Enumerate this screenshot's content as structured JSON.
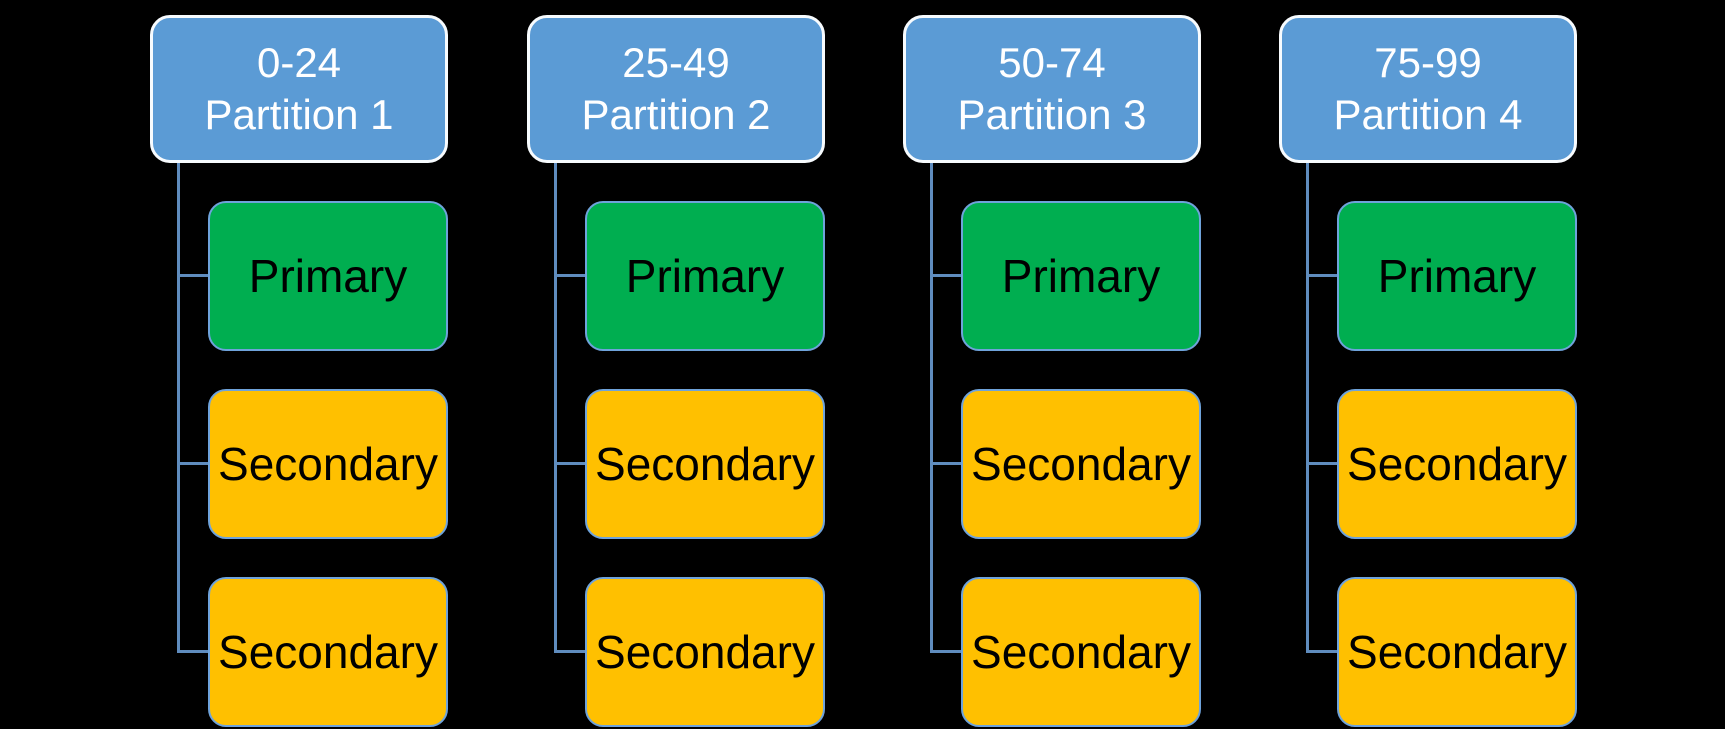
{
  "diagram": {
    "type": "hierarchy",
    "colors": {
      "header_fill": "#5B9BD5",
      "header_border": "#F7FBFE",
      "header_text": "#FFFFFF",
      "primary_fill": "#00AE50",
      "secondary_fill": "#FFC000",
      "child_border": "#6FA3DB",
      "child_text": "#000000",
      "connector": "#5F8CBE",
      "background": "#000000"
    },
    "partitions": [
      {
        "range": "0-24",
        "name": "Partition 1",
        "children": [
          {
            "label": "Primary",
            "role": "primary"
          },
          {
            "label": "Secondary",
            "role": "secondary"
          },
          {
            "label": "Secondary",
            "role": "secondary"
          }
        ]
      },
      {
        "range": "25-49",
        "name": "Partition 2",
        "children": [
          {
            "label": "Primary",
            "role": "primary"
          },
          {
            "label": "Secondary",
            "role": "secondary"
          },
          {
            "label": "Secondary",
            "role": "secondary"
          }
        ]
      },
      {
        "range": "50-74",
        "name": "Partition 3",
        "children": [
          {
            "label": "Primary",
            "role": "primary"
          },
          {
            "label": "Secondary",
            "role": "secondary"
          },
          {
            "label": "Secondary",
            "role": "secondary"
          }
        ]
      },
      {
        "range": "75-99",
        "name": "Partition 4",
        "children": [
          {
            "label": "Primary",
            "role": "primary"
          },
          {
            "label": "Secondary",
            "role": "secondary"
          },
          {
            "label": "Secondary",
            "role": "secondary"
          }
        ]
      }
    ]
  }
}
